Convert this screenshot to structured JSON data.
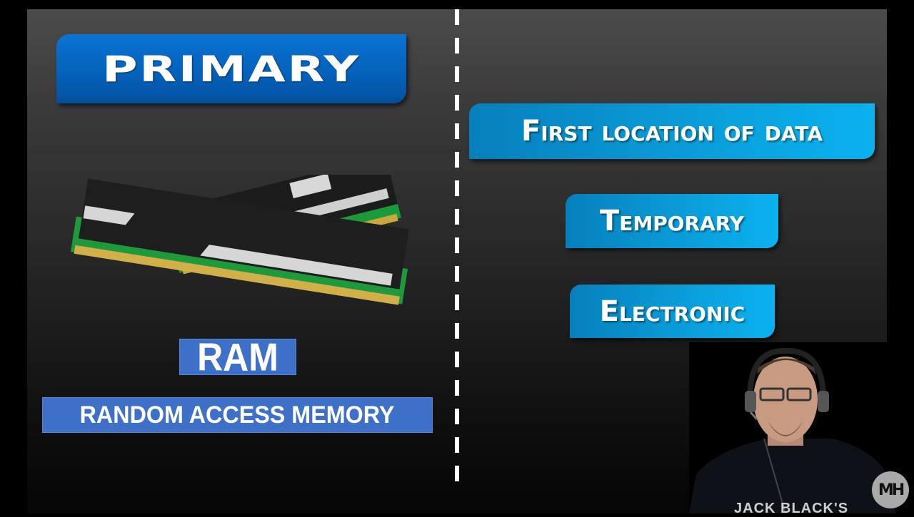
{
  "left_panel": {
    "heading": "PRIMARY",
    "image_label": "RAM memory modules",
    "acronym": "RAM",
    "acronym_full": "RANDOM ACCESS MEMORY"
  },
  "right_panel": {
    "traits": [
      {
        "label": "First location of data"
      },
      {
        "label": "Temporary"
      },
      {
        "label": "Electronic"
      }
    ]
  },
  "presenter": {
    "shirt_text": "JACK BLACK'S",
    "logo_text": "MH"
  },
  "colors": {
    "primary_blue": "#0460b8",
    "cyan_tag": "#0a9ad6",
    "ram_box": "#3f70c7",
    "background_top": "#4b4b4b",
    "background_bottom": "#050505"
  }
}
